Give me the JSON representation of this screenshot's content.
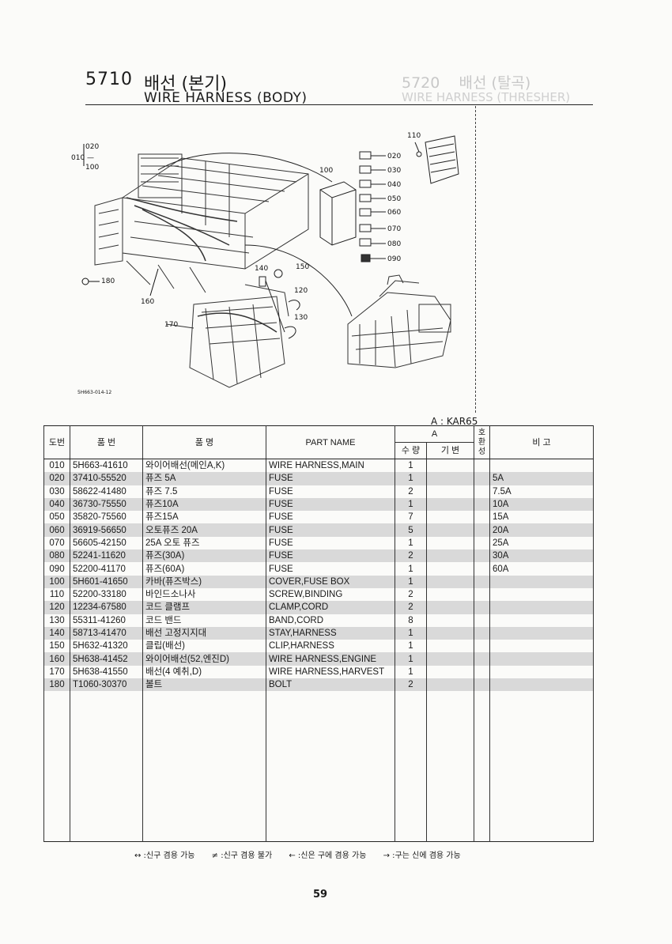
{
  "header": {
    "section_code": "5710",
    "title_ko": "배선 (본기)",
    "title_en": "WIRE HARNESS (BODY)",
    "ghost_code": "5720",
    "ghost_title_ko": "배선 (탈곡)",
    "ghost_title_en": "WIRE HARNESS (THRESHER)"
  },
  "diagram": {
    "figure_code": "5H663-014-12",
    "callouts": [
      "110",
      "020",
      "010",
      "100",
      "030",
      "040",
      "050",
      "060",
      "070",
      "080",
      "090",
      "140",
      "150",
      "180",
      "160",
      "120",
      "170",
      "130"
    ]
  },
  "model_legend": "A  :  KAR65",
  "table": {
    "headers": {
      "ref": "도번",
      "part_no": "품  번",
      "name_ko": "품   명",
      "name_en": "PART NAME",
      "model": "A",
      "qty": "수 량",
      "base": "기 변",
      "interchange": "호\n환\n성",
      "remarks": "비   고"
    },
    "rows": [
      {
        "ref": "010",
        "part_no": "5H663-41610",
        "name_ko": "와이어배선(메인A,K)",
        "name_en": "WIRE HARNESS,MAIN",
        "qty": "1",
        "remark": "",
        "shade": false
      },
      {
        "ref": "020",
        "part_no": "37410-55520",
        "name_ko": "퓨즈 5A",
        "name_en": "FUSE",
        "qty": "1",
        "remark": "5A",
        "shade": true
      },
      {
        "ref": "030",
        "part_no": "58622-41480",
        "name_ko": "퓨즈 7.5",
        "name_en": "FUSE",
        "qty": "2",
        "remark": "7.5A",
        "shade": false
      },
      {
        "ref": "040",
        "part_no": "36730-75550",
        "name_ko": "퓨즈10A",
        "name_en": "FUSE",
        "qty": "1",
        "remark": "10A",
        "shade": true
      },
      {
        "ref": "050",
        "part_no": "35820-75560",
        "name_ko": "퓨즈15A",
        "name_en": "FUSE",
        "qty": "7",
        "remark": "15A",
        "shade": false
      },
      {
        "ref": "060",
        "part_no": "36919-56650",
        "name_ko": "오토퓨즈 20A",
        "name_en": "FUSE",
        "qty": "5",
        "remark": "20A",
        "shade": true
      },
      {
        "ref": "070",
        "part_no": "56605-42150",
        "name_ko": "25A 오토 퓨즈",
        "name_en": "FUSE",
        "qty": "1",
        "remark": "25A",
        "shade": false
      },
      {
        "ref": "080",
        "part_no": "52241-11620",
        "name_ko": "퓨즈(30A)",
        "name_en": "FUSE",
        "qty": "2",
        "remark": "30A",
        "shade": true
      },
      {
        "ref": "090",
        "part_no": "52200-41170",
        "name_ko": "퓨즈(60A)",
        "name_en": "FUSE",
        "qty": "1",
        "remark": "60A",
        "shade": false
      },
      {
        "ref": "100",
        "part_no": "5H601-41650",
        "name_ko": "카바(퓨즈박스)",
        "name_en": "COVER,FUSE BOX",
        "qty": "1",
        "remark": "",
        "shade": true
      },
      {
        "ref": "110",
        "part_no": "52200-33180",
        "name_ko": "바인드소나사",
        "name_en": "SCREW,BINDING",
        "qty": "2",
        "remark": "",
        "shade": false
      },
      {
        "ref": "120",
        "part_no": "12234-67580",
        "name_ko": "코드 클램프",
        "name_en": "CLAMP,CORD",
        "qty": "2",
        "remark": "",
        "shade": true
      },
      {
        "ref": "130",
        "part_no": "55311-41260",
        "name_ko": "코드 밴드",
        "name_en": "BAND,CORD",
        "qty": "8",
        "remark": "",
        "shade": false
      },
      {
        "ref": "140",
        "part_no": "58713-41470",
        "name_ko": "배선 고정지지대",
        "name_en": "STAY,HARNESS",
        "qty": "1",
        "remark": "",
        "shade": true
      },
      {
        "ref": "150",
        "part_no": "5H632-41320",
        "name_ko": "클립(배선)",
        "name_en": "CLIP,HARNESS",
        "qty": "1",
        "remark": "",
        "shade": false
      },
      {
        "ref": "160",
        "part_no": "5H638-41452",
        "name_ko": "와이어배선(52,엔진D)",
        "name_en": "WIRE HARNESS,ENGINE",
        "qty": "1",
        "remark": "",
        "shade": true
      },
      {
        "ref": "170",
        "part_no": "5H638-41550",
        "name_ko": "배선(4 예취,D)",
        "name_en": "WIRE HARNESS,HARVEST",
        "qty": "1",
        "remark": "",
        "shade": false
      },
      {
        "ref": "180",
        "part_no": "T1060-30370",
        "name_ko": "볼트",
        "name_en": "BOLT",
        "qty": "2",
        "remark": "",
        "shade": true
      }
    ]
  },
  "footnote": {
    "a": "↔ :신구 겸용 가능",
    "b": "≠ :신구 겸용 불가",
    "c": "← :신은 구에 겸용 가능",
    "d": "→ :구는 신에 겸용 가능"
  },
  "page_number": "59"
}
